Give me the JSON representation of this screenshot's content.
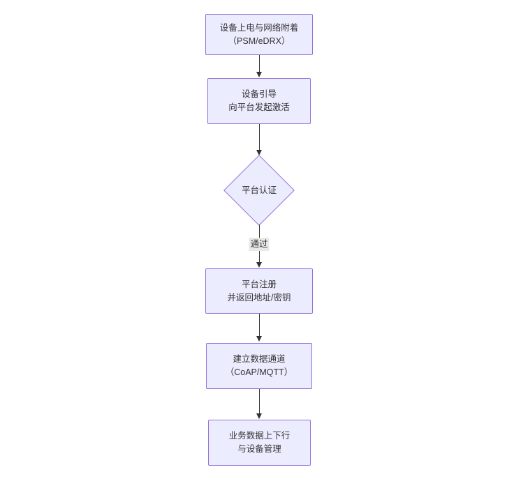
{
  "diagram": {
    "type": "flowchart",
    "direction": "top-down",
    "colors": {
      "background": "#ffffff",
      "node_fill": "#ECECFF",
      "node_border": "#9370DB",
      "text": "#333333",
      "arrow": "#333333",
      "edge_label_bg": "#e8e8e8"
    },
    "nodes": [
      {
        "id": "power-network-attach",
        "shape": "rect",
        "lines": [
          "设备上电与网络附着",
          "（PSM/eDRX）"
        ]
      },
      {
        "id": "bootstrap-activate",
        "shape": "rect",
        "lines": [
          "设备引导",
          "向平台发起激活"
        ]
      },
      {
        "id": "platform-auth",
        "shape": "diamond",
        "lines": [
          "平台认证"
        ]
      },
      {
        "id": "platform-register",
        "shape": "rect",
        "lines": [
          "平台注册",
          "并返回地址/密钥"
        ]
      },
      {
        "id": "data-channel",
        "shape": "rect",
        "lines": [
          "建立数据通道",
          "（CoAP/MQTT）"
        ]
      },
      {
        "id": "business-data",
        "shape": "rect",
        "lines": [
          "业务数据上下行",
          "与设备管理"
        ]
      }
    ],
    "edges": [
      {
        "from": "power-network-attach",
        "to": "bootstrap-activate",
        "label": ""
      },
      {
        "from": "bootstrap-activate",
        "to": "platform-auth",
        "label": ""
      },
      {
        "from": "platform-auth",
        "to": "platform-register",
        "label": "通过"
      },
      {
        "from": "platform-register",
        "to": "data-channel",
        "label": ""
      },
      {
        "from": "data-channel",
        "to": "business-data",
        "label": ""
      }
    ]
  }
}
